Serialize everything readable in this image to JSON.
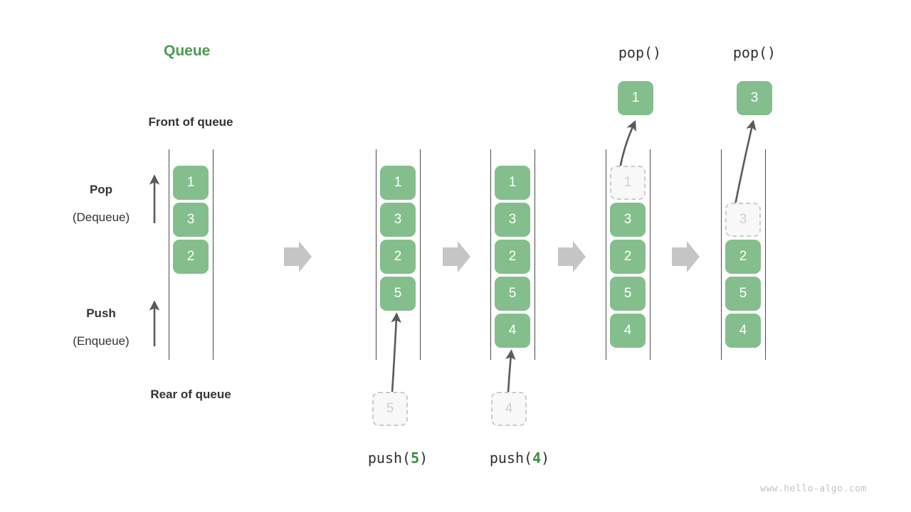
{
  "title": "Queue",
  "labels": {
    "front_of_queue": "Front of queue",
    "rear_of_queue": "Rear of queue",
    "pop_label": "Pop",
    "pop_sub": "(Dequeue)",
    "push_label": "Push",
    "push_sub": "(Enqueue)"
  },
  "watermark": "www.hello-algo.com",
  "colors": {
    "accent_green": "#4C9A51",
    "cell_green": "#84BE8C",
    "code_number_green": "#3B8E42",
    "ghost_fill": "#F8F8F8",
    "ghost_border": "#CBCBCB",
    "ghost_text": "#CFCFCF",
    "arrow_gray": "#C5C5C5",
    "line_gray": "#4a4a4a",
    "text_dark": "#333333",
    "watermark_gray": "#c2c2c2"
  },
  "stages": [
    {
      "id": "initial",
      "caption": "",
      "cells": [
        "1",
        "3",
        "2"
      ],
      "ghost_index": -1,
      "incoming": null,
      "outgoing": null
    },
    {
      "id": "push-5",
      "caption_prefix": "push(",
      "caption_number": "5",
      "caption_suffix": ")",
      "cells": [
        "1",
        "3",
        "2",
        "5"
      ],
      "ghost_index": -1,
      "incoming": "5",
      "outgoing": null
    },
    {
      "id": "push-4",
      "caption_prefix": "push(",
      "caption_number": "4",
      "caption_suffix": ")",
      "cells": [
        "1",
        "3",
        "2",
        "5",
        "4"
      ],
      "ghost_index": -1,
      "incoming": "4",
      "outgoing": null
    },
    {
      "id": "pop-1",
      "caption": "pop()",
      "cells": [
        "1",
        "3",
        "2",
        "5",
        "4"
      ],
      "ghost_index": 0,
      "incoming": null,
      "outgoing": "1"
    },
    {
      "id": "pop-3",
      "caption": "pop()",
      "cells": [
        "3",
        "2",
        "5",
        "4"
      ],
      "ghost_index": 0,
      "incoming": null,
      "outgoing": "3"
    }
  ],
  "cell_values": {
    "s0_c0": "1",
    "s0_c1": "3",
    "s0_c2": "2",
    "s1_c0": "1",
    "s1_c1": "3",
    "s1_c2": "2",
    "s1_c3": "5",
    "s1_in": "5",
    "s2_c0": "1",
    "s2_c1": "3",
    "s2_c2": "2",
    "s2_c3": "5",
    "s2_c4": "4",
    "s2_in": "4",
    "s3_c0": "1",
    "s3_c1": "3",
    "s3_c2": "2",
    "s3_c3": "5",
    "s3_c4": "4",
    "s3_out": "1",
    "s4_c0": "3",
    "s4_c1": "2",
    "s4_c2": "5",
    "s4_c3": "4",
    "s4_out": "3"
  },
  "captions": {
    "push5_prefix": "push(",
    "push5_num": "5",
    "push5_suffix": ")",
    "push4_prefix": "push(",
    "push4_num": "4",
    "push4_suffix": ")",
    "pop1": "pop()",
    "pop2": "pop()"
  }
}
